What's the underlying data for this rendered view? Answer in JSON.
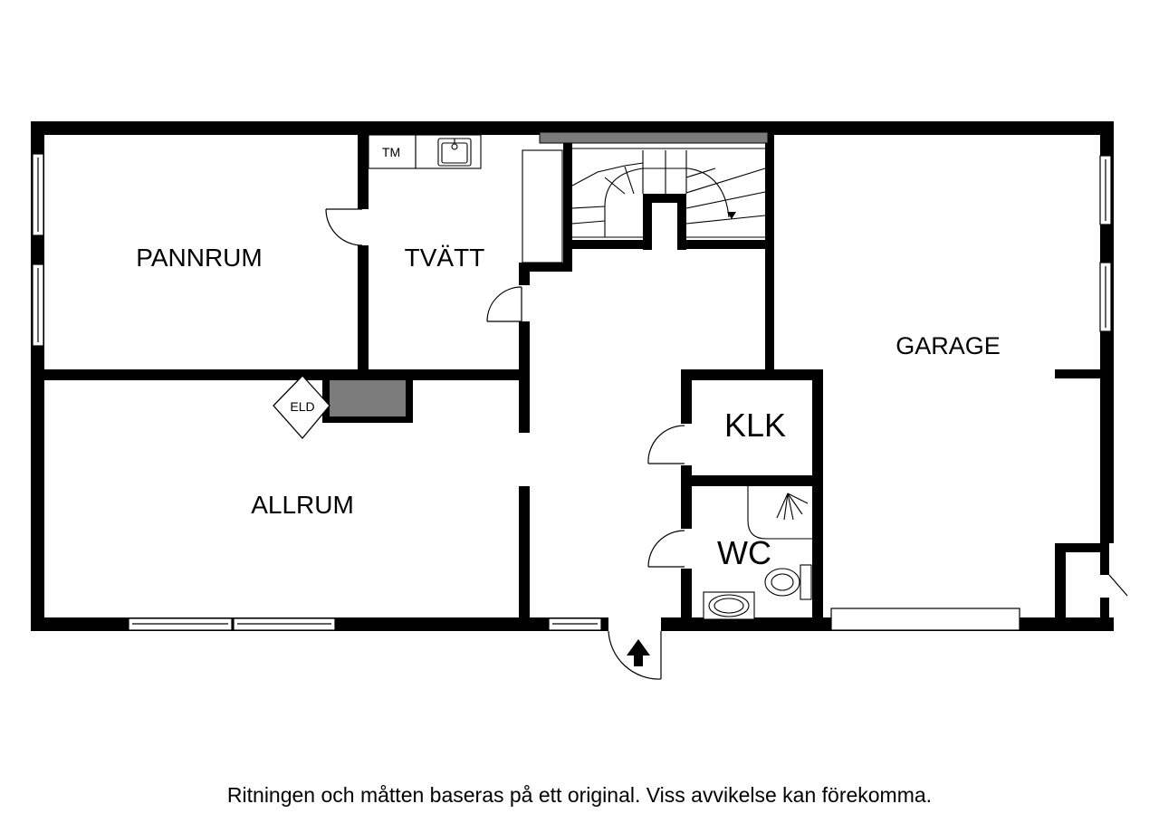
{
  "rooms": {
    "pannrum": "PANNRUM",
    "tvatt": "TVÄTT",
    "garage": "GARAGE",
    "klk": "KLK",
    "allrum": "ALLRUM",
    "wc": "WC"
  },
  "fixtures": {
    "tm": "TM",
    "eld": "ELD"
  },
  "disclaimer": "Ritningen och måtten baseras på ett original. Viss avvikelse kan förekomma."
}
